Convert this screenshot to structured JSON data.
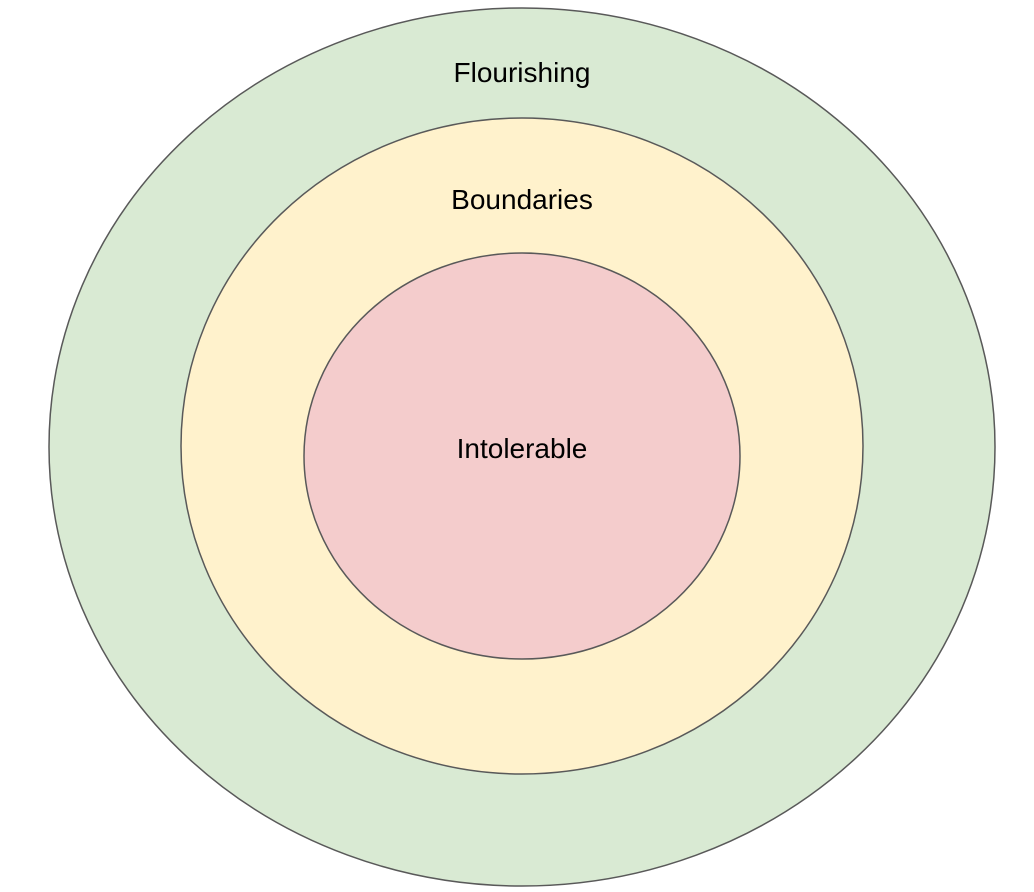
{
  "diagram": {
    "rings": [
      {
        "id": "outer",
        "label": "Flourishing",
        "color": "#d9ead3"
      },
      {
        "id": "middle",
        "label": "Boundaries",
        "color": "#fff2cc"
      },
      {
        "id": "inner",
        "label": "Intolerable",
        "color": "#f4cccc"
      }
    ],
    "stroke_color": "#595959"
  }
}
